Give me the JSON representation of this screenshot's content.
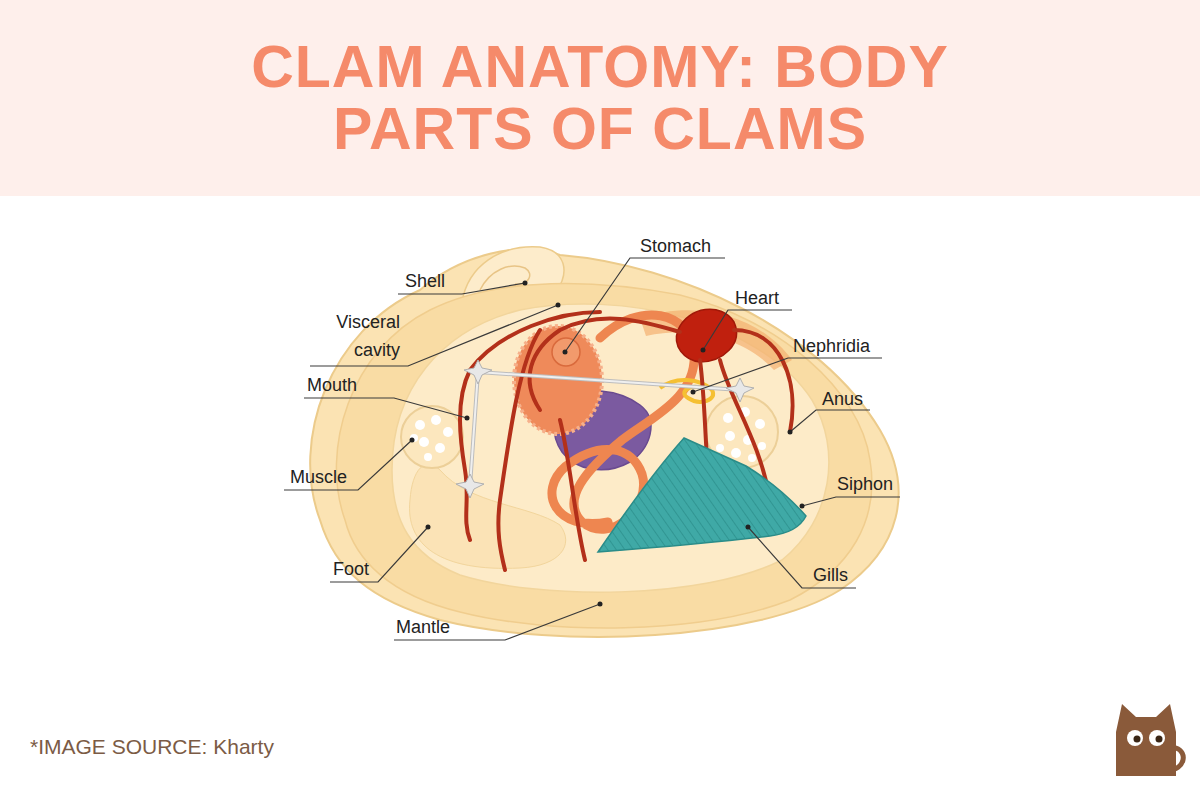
{
  "diagram": {
    "title": "CLAM ANATOMY: BODY PARTS OF CLAMS",
    "caption": "*IMAGE SOURCE: Kharty",
    "labels": [
      "Stomach",
      "Shell",
      "Heart",
      "Visceral cavity",
      "Nephridia",
      "Mouth",
      "Anus",
      "Muscle",
      "Siphon",
      "Foot",
      "Gills",
      "Mantle"
    ]
  }
}
